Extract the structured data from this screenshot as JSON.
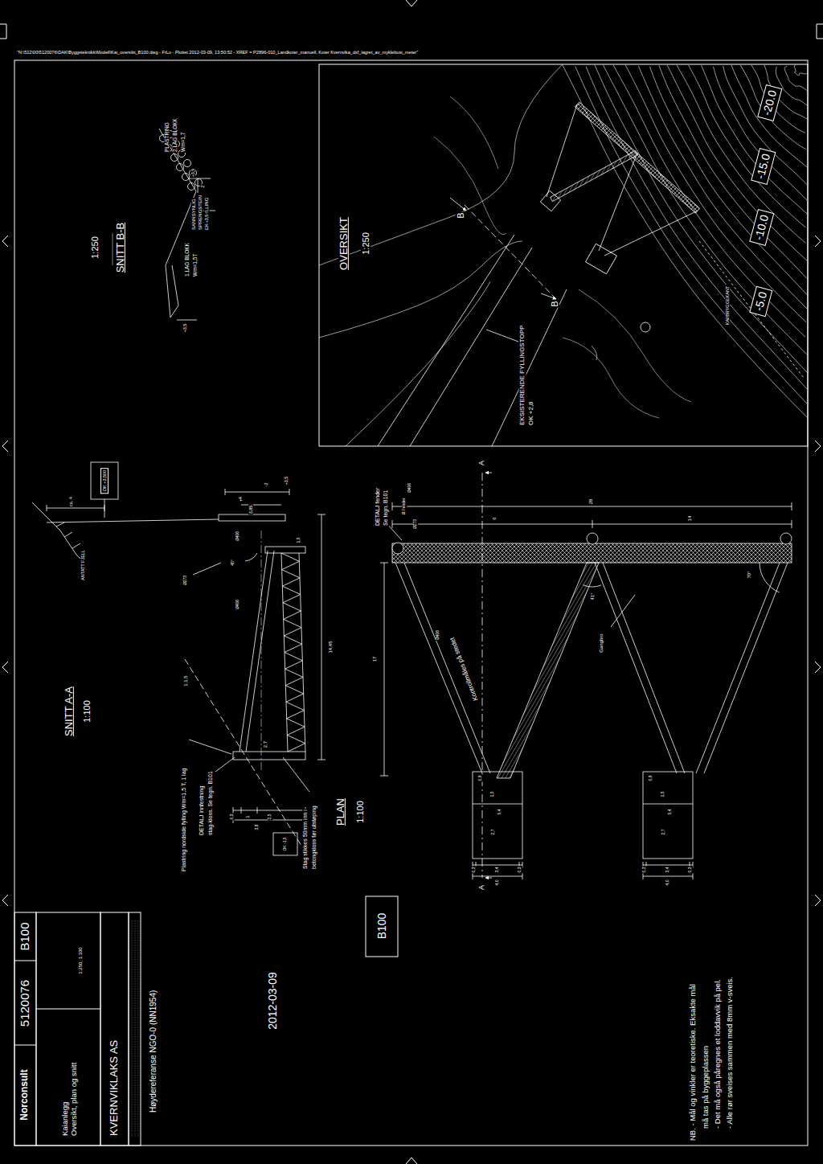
{
  "diagram": {
    "nodes": [
      {
        "text": [
          "-20.0"
        ]
      },
      {
        "text": [
          "-15.0"
        ]
      },
      {
        "text": [
          "-10.0"
        ]
      },
      {
        "text": [
          "-5.0"
        ]
      },
      {
        "text": [
          "B100"
        ]
      },
      {
        "text": [
          "KVERNVIKLAKS AS"
        ]
      },
      {
        "text": [
          "Kaianlegg",
          "Oversikt, plan og snitt"
        ]
      },
      {
        "text": [
          "1:250, 1:100"
        ]
      },
      {
        "text": [
          "Norconsult"
        ]
      },
      {
        "text": [
          "5120076"
        ]
      },
      {
        "text": [
          "B100"
        ]
      }
    ],
    "labels": [
      "\"N:\\512\\00\\5120076\\DAK\\Byggeteknikk\\Modell\\Kai_oversikt_B100.dwg - FrLu - Plottet 2012-03-09, 13:50:52 - XREF = P2896-010_Landkoter_manuell, Koter Kvernvika_dxf_lagret_av_myklebust_meter\"",
      "OVERSIKT",
      "1:250",
      "B",
      "B",
      "EKSISTERENDE FYLLINGSTOPP",
      "OK +2,8",
      "KAI/BRYGGEKANT",
      "SNITT B-B",
      "1:250",
      "PLASTRING",
      "2.LAG BLOKK",
      "Wm=1,7",
      "SANNSYNLIG",
      "SPRENGSTEIN",
      "EKS. FYLLING",
      "1.LAG BLOKK",
      "Wm=1,5T",
      "+3,5",
      "2",
      "+3,5",
      "+3,5",
      "SNITT A-A",
      "1:100",
      "OK +3,500",
      "ca. 4",
      "ANTATT FJELL",
      "+3,5",
      "-2",
      "3,85",
      "+4",
      "Ø406",
      "45°",
      "1,5",
      "Ø273",
      "Ø406",
      "14,45",
      "1:1,5",
      "2,7",
      "0,3",
      "1",
      "2,5",
      "3,8",
      "OK -1,5",
      "Plastring nordside fylling Wm=1,5 T, 1 lag",
      "DETALJ innfestning",
      "stag-kloss. Se tegn. B101",
      "Stag stikkes 50mm inn i",
      "betongkloss før utstøping",
      "PLAN",
      "1:100",
      "A",
      "A",
      "28",
      "14",
      "6",
      "DETALJ fender",
      "Se tegn. B101",
      "Ø406",
      "Ø273",
      "Ø.Fender",
      "17",
      "Ø406",
      "Kontrollmåles på stedet",
      "41°",
      "70°",
      "Gangbro",
      "0,9",
      "1,5",
      "5,4",
      "2,7",
      "0,9",
      "1,5",
      "5,4",
      "2,7",
      "0,3",
      "3,4",
      "0,3",
      "4,0",
      "0,3",
      "3,4",
      "0,3",
      "4,0",
      "NB. - Mål og vinkler er teoretiske. Eksakte mål",
      "må tas på byggeplassen",
      "- Det må også påregnes et loddavvik på pel.",
      "- Alle rør sveises sammen med 8mm v-sveis.",
      "2012-03-09",
      "Høydereferanse NGO-0 (NN1954)"
    ]
  }
}
